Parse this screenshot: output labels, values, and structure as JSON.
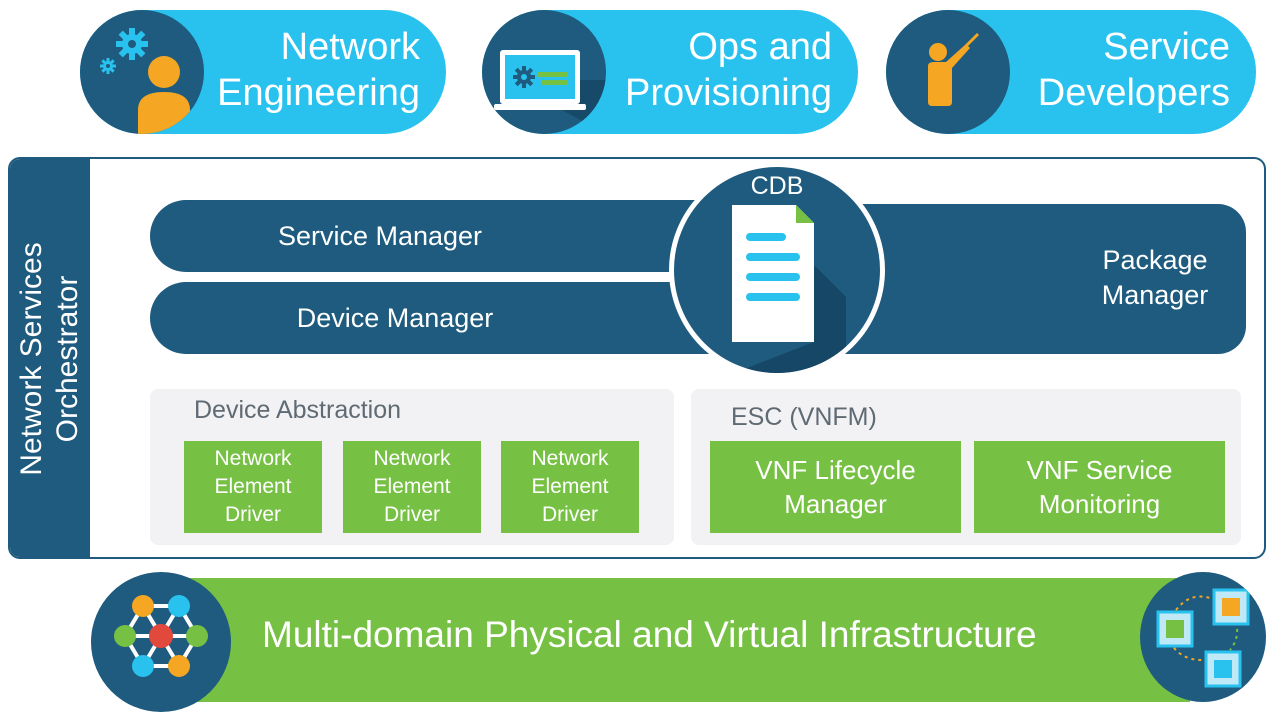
{
  "personas": [
    {
      "line1": "Network",
      "line2": "Engineering",
      "icon": "engineer-gears-icon"
    },
    {
      "line1": "Ops and",
      "line2": "Provisioning",
      "icon": "laptop-settings-icon"
    },
    {
      "line1": "Service",
      "line2": "Developers",
      "icon": "presenter-icon"
    }
  ],
  "nso": {
    "label_line1": "Network Services",
    "label_line2": "Orchestrator",
    "service_manager": "Service Manager",
    "device_manager": "Device Manager",
    "package_manager_line1": "Package",
    "package_manager_line2": "Manager",
    "cdb": "CDB",
    "device_abstraction": {
      "title": "Device Abstraction",
      "drivers": [
        [
          "Network",
          "Element",
          "Driver"
        ],
        [
          "Network",
          "Element",
          "Driver"
        ],
        [
          "Network",
          "Element",
          "Driver"
        ]
      ]
    },
    "esc": {
      "title": "ESC (VNFM)",
      "modules": [
        [
          "VNF Lifecycle",
          "Manager"
        ],
        [
          "VNF Service",
          "Monitoring"
        ]
      ]
    }
  },
  "infrastructure": {
    "label": "Multi-domain Physical and Virtual Infrastructure",
    "left_icon": "network-mesh-icon",
    "right_icon": "virtual-machines-icon"
  },
  "colors": {
    "dark_blue": "#1e5b7e",
    "light_blue": "#29c2ef",
    "green": "#76c043",
    "light_gray": "#f2f2f4",
    "orange": "#f5a623"
  }
}
